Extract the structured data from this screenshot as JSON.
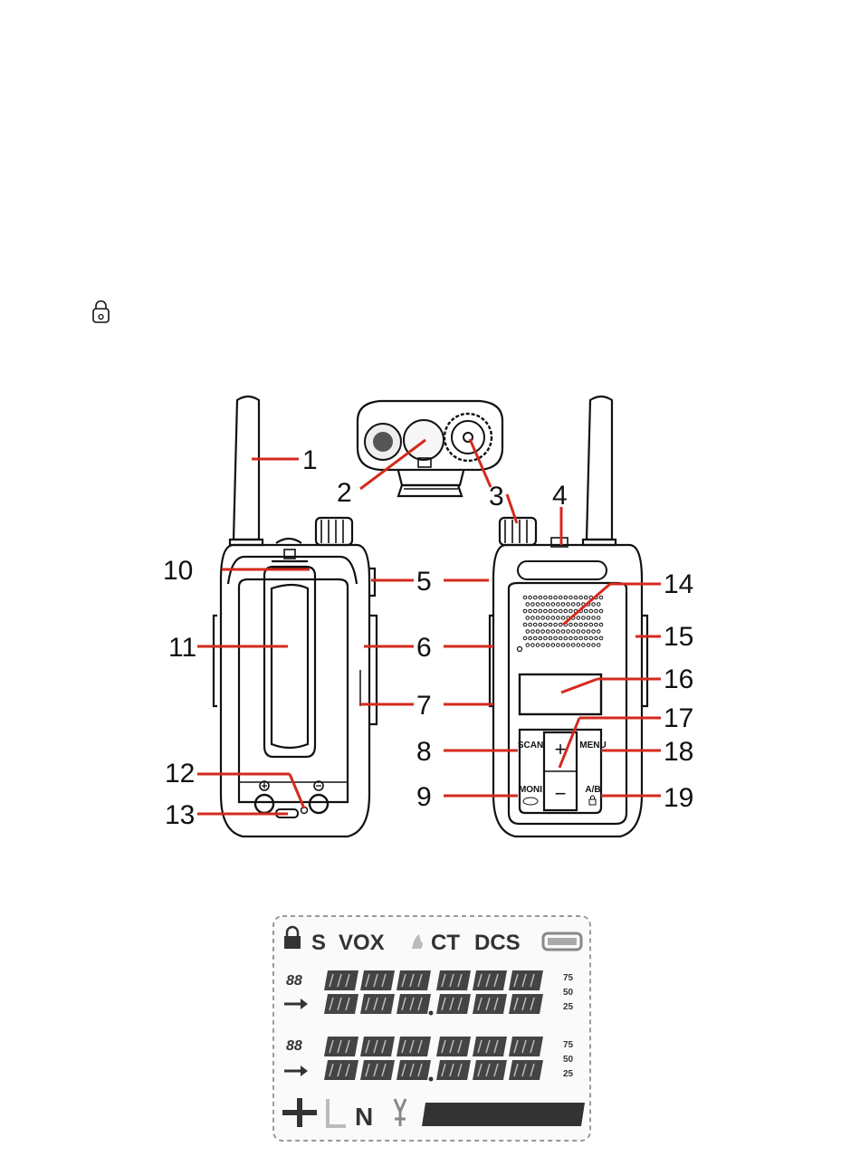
{
  "icons": {
    "top_left": "lock-icon"
  },
  "callouts": [
    "1",
    "2",
    "3",
    "4",
    "5",
    "6",
    "7",
    "8",
    "9",
    "10",
    "11",
    "12",
    "13",
    "14",
    "15",
    "16",
    "17",
    "18",
    "19"
  ],
  "button_labels": {
    "scan": "SCAN",
    "menu": "MENU",
    "moni": "MONI",
    "ab": "A/B",
    "plus": "+",
    "minus": "−"
  },
  "lcd": {
    "lock_icon": "lock-icon",
    "s": "S",
    "vox": "VOX",
    "ct": "CT",
    "dcs": "DCS",
    "battery": "battery-icon",
    "line1_prefix": "88",
    "line2_prefix": "88",
    "step_a": "75",
    "step_b": "50",
    "step_c": "25",
    "step2_a": "75",
    "step2_b": "50",
    "step2_c": "25",
    "bottom_n": "N"
  },
  "colors": {
    "leader": "#d42a1d",
    "outline": "#111111"
  }
}
